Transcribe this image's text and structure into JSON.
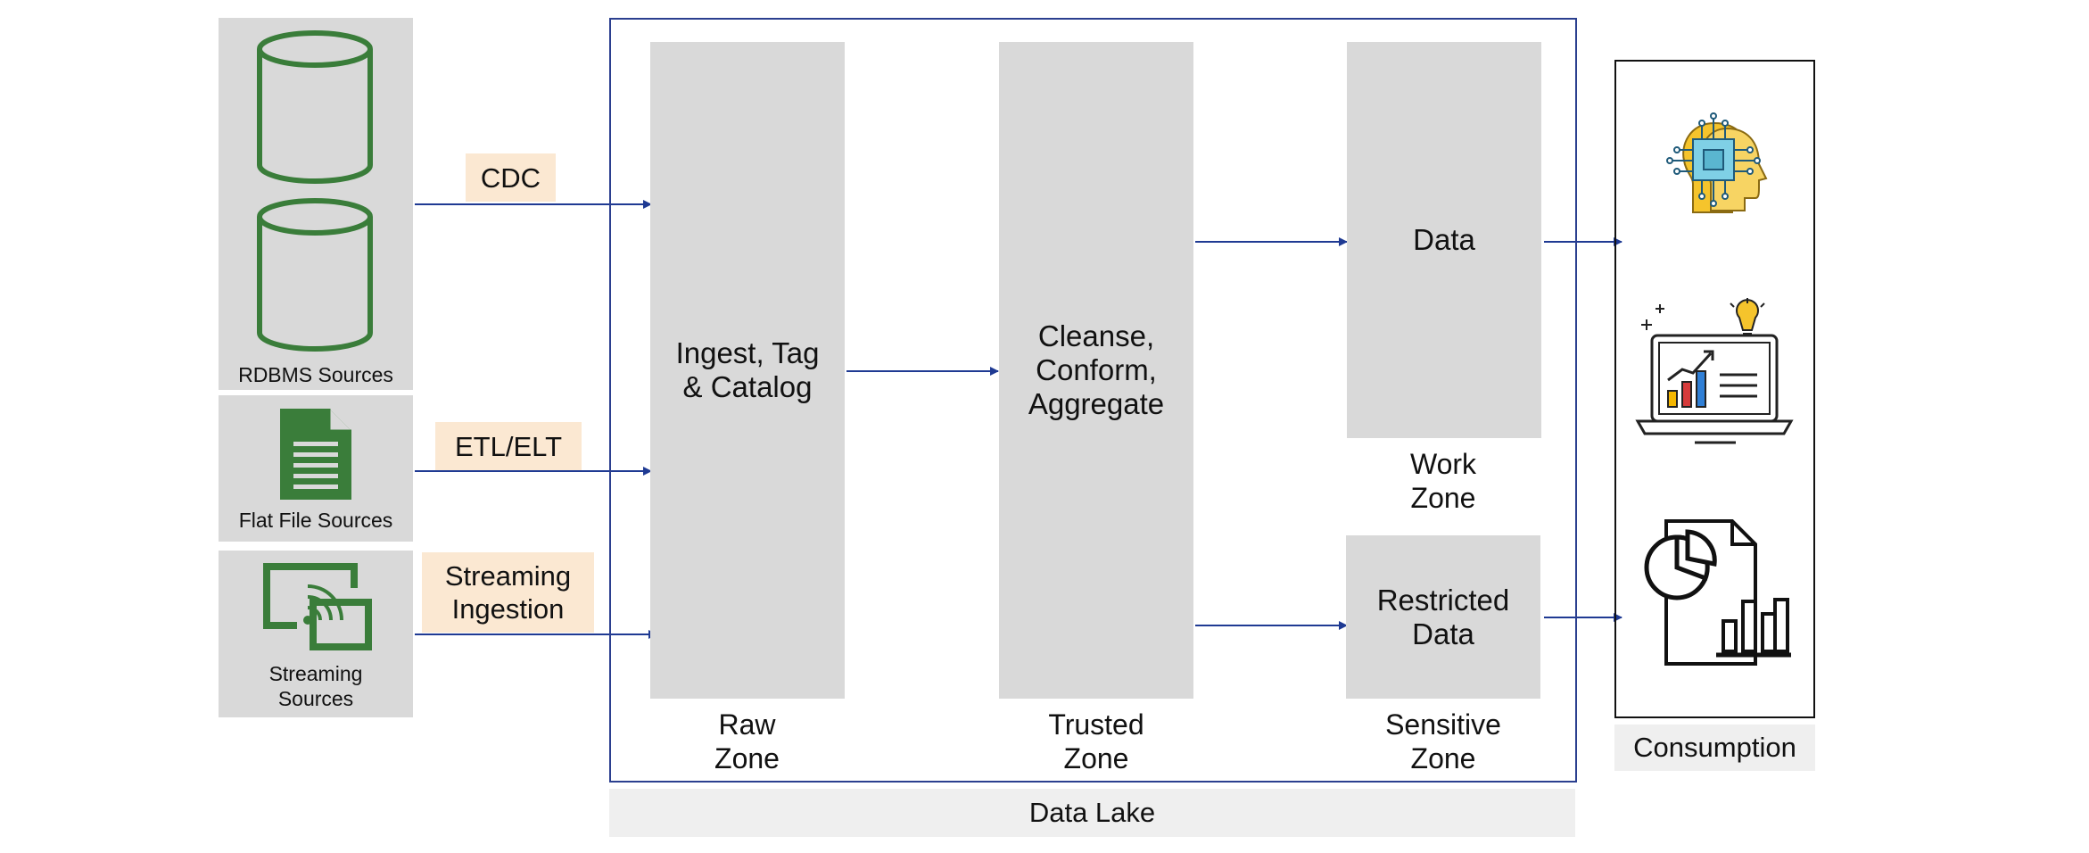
{
  "sources": {
    "rdbms": "RDBMS Sources",
    "flat_file": "Flat File Sources",
    "streaming": "Streaming Sources"
  },
  "ingestion": {
    "cdc": "CDC",
    "etl": "ETL/ELT",
    "streaming": "Streaming Ingestion"
  },
  "data_lake": {
    "label": "Data Lake",
    "raw_box": "Ingest, Tag & Catalog",
    "raw_zone": "Raw Zone",
    "trusted_box": "Cleanse, Conform, Aggregate",
    "trusted_zone": "Trusted Zone",
    "work_box": "Data",
    "work_zone": "Work Zone",
    "restricted_box": "Restricted Data",
    "sensitive_zone": "Sensitive Zone"
  },
  "consumption": {
    "label": "Consumption",
    "icons": [
      "ai-brain-icon",
      "analytics-laptop-icon",
      "report-document-icon"
    ]
  },
  "colors": {
    "arrow": "#1f3a93",
    "border": "#2b3f8f",
    "database_green": "#3a7d3a",
    "box_gray": "#d9d9d9",
    "tag_peach": "#fbe8d2"
  }
}
